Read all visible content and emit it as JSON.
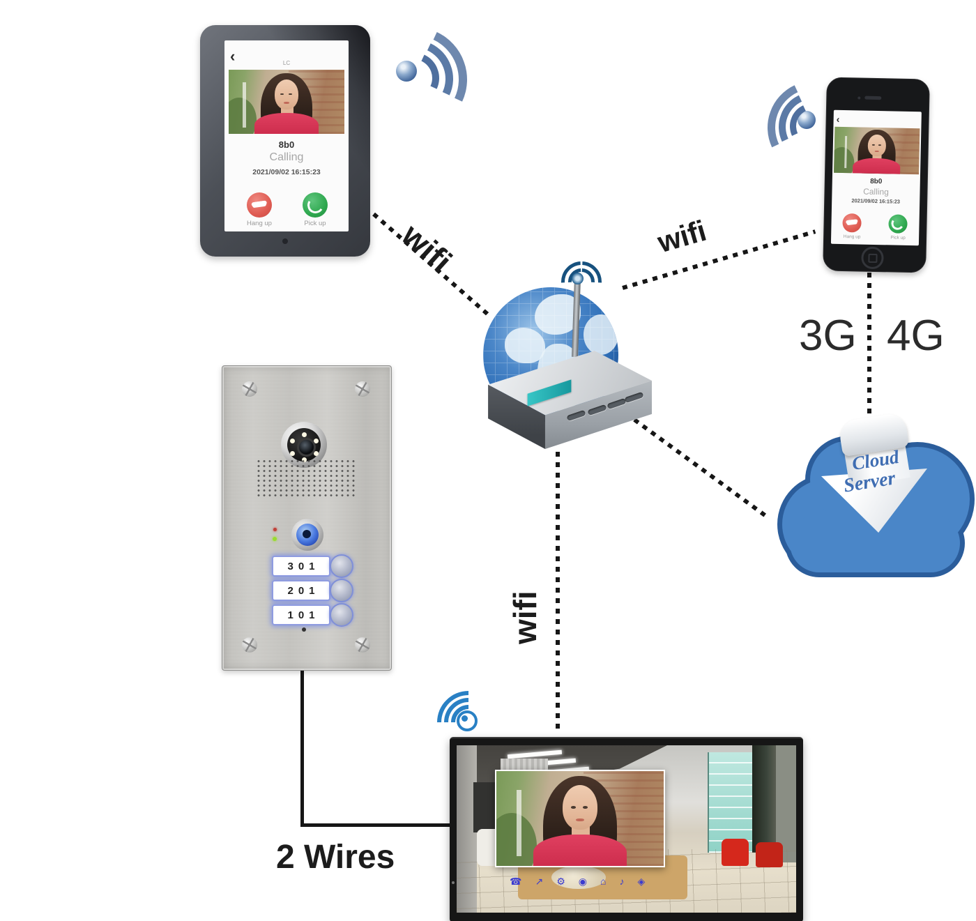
{
  "labels": {
    "wifi_tablet": "wifi",
    "wifi_phone": "wifi",
    "wifi_monitor": "wifi",
    "net_3g": "3G",
    "net_4g": "4G",
    "wires": "2 Wires"
  },
  "tablet_call": {
    "back_icon": "‹",
    "device_tag": "LC",
    "caller_id": "8b0",
    "status": "Calling",
    "timestamp": "2021/09/02 16:15:23",
    "hangup": "Hang up",
    "pickup": "Pick up"
  },
  "phone_call": {
    "back_icon": "‹",
    "caller_id": "8b0",
    "status": "Calling",
    "timestamp": "2021/09/02 16:15:23",
    "hangup": "Hang up",
    "pickup": "Pick up"
  },
  "cloud_server": {
    "line1": "Cloud",
    "line2": "Server"
  },
  "door_station": {
    "plates": [
      "301",
      "201",
      "101"
    ]
  },
  "monitor": {
    "icons": [
      {
        "name": "hangup-icon",
        "glyph": "☎"
      },
      {
        "name": "transfer-icon",
        "glyph": "↗"
      },
      {
        "name": "settings-icon",
        "glyph": "⚙"
      },
      {
        "name": "monitor-icon",
        "glyph": "◉"
      },
      {
        "name": "home-icon",
        "glyph": "⌂"
      },
      {
        "name": "volume-icon",
        "glyph": "♪"
      },
      {
        "name": "mode-icon",
        "glyph": "◈"
      }
    ]
  },
  "colors": {
    "line": "#161616",
    "hangup": "#df5b52",
    "pickup": "#2fa84f",
    "wifi": "#2980c4",
    "cloud": "#4a86c8",
    "glow": "rgba(120,140,230,0.75)",
    "globe": "#2f6fb8"
  }
}
